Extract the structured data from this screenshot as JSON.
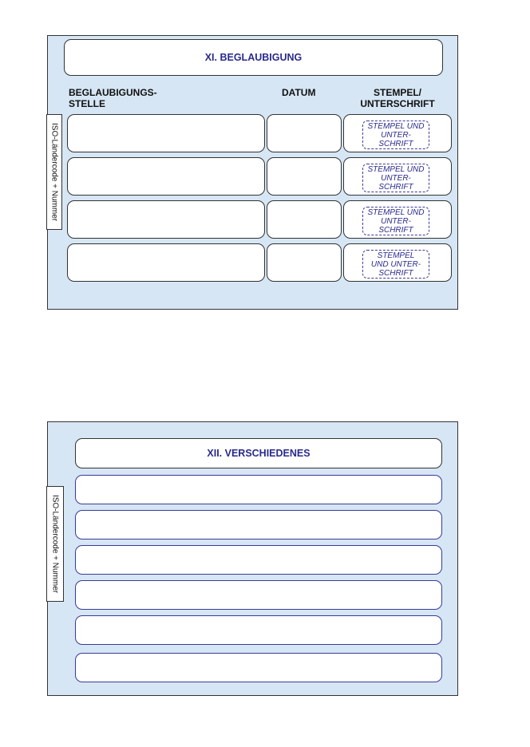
{
  "section_xi": {
    "title": "XI. BEGLAUBIGUNG",
    "col_stelle": "BEGLAUBIGUNGS-\nSTELLE",
    "col_datum": "DATUM",
    "col_stempel": "STEMPEL/\nUNTERSCHRIFT",
    "side_label": "ISO-Ländercode + Nummer",
    "stamps": [
      "STEMPEL UND\nUNTER-\nSCHRIFT",
      "STEMPEL UND\nUNTER-\nSCHRIFT",
      "STEMPEL UND\nUNTER-\nSCHRIFT",
      "STEMPEL\nUND UNTER-\nSCHRIFT"
    ]
  },
  "section_xii": {
    "title": "XII. VERSCHIEDENES",
    "side_label": "ISO-Ländercode + Nummer"
  }
}
